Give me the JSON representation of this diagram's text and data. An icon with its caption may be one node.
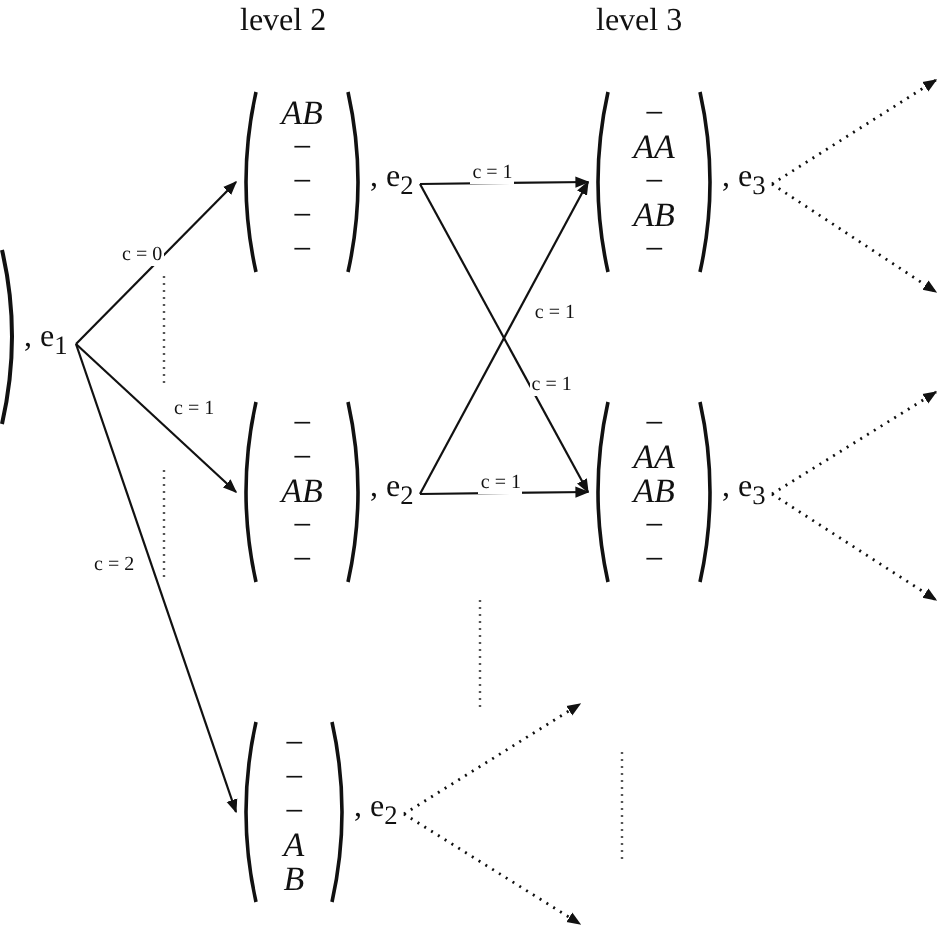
{
  "diagram": {
    "nodes": [
      {
        "text": [
          ", e$_{1}$"
        ]
      },
      {
        "text": [
          "AB",
          "−",
          "−",
          "−",
          "−"
        ],
        "beside": [
          ", e$_{2}$"
        ]
      },
      {
        "text": [
          "−",
          "−",
          "AB",
          "−",
          "−"
        ],
        "beside": [
          ", e$_{2}$"
        ]
      },
      {
        "text": [
          "−",
          "−",
          "−",
          "A",
          "B"
        ],
        "beside": [
          ", e$_{2}$"
        ]
      },
      {
        "text": [
          "−",
          "AA",
          "−",
          "AB",
          "−"
        ],
        "beside": [
          ", e$_{3}$"
        ]
      },
      {
        "text": [
          "−",
          "AA",
          "AB",
          "−",
          "−"
        ],
        "beside": [
          ", e$_{3}$"
        ]
      }
    ],
    "edges": [
      {
        "from": 0,
        "to": 1,
        "arrow": "to",
        "label": "c = 0"
      },
      {
        "from": 0,
        "to": 2,
        "arrow": "to",
        "label": "c = 1"
      },
      {
        "from": 0,
        "to": 3,
        "arrow": "to",
        "label": "c = 2"
      },
      {
        "from": 1,
        "to": 4,
        "arrow": "to",
        "label": "c = 1"
      },
      {
        "from": 1,
        "to": 5,
        "arrow": "to",
        "label": "c = 1"
      },
      {
        "from": 2,
        "to": 4,
        "arrow": "to",
        "label": "c = 1"
      },
      {
        "from": 2,
        "to": 5,
        "arrow": "to",
        "label": "c = 1"
      },
      {
        "from": 4,
        "to": null,
        "arrow": "to",
        "style": "dashed"
      },
      {
        "from": 4,
        "to": null,
        "arrow": "to",
        "style": "dashed"
      },
      {
        "from": 5,
        "to": null,
        "arrow": "to",
        "style": "dashed"
      },
      {
        "from": 5,
        "to": null,
        "arrow": "to",
        "style": "dashed"
      },
      {
        "from": 3,
        "to": null,
        "arrow": "to",
        "style": "dashed"
      },
      {
        "from": 3,
        "to": null,
        "arrow": "to",
        "style": "dashed"
      }
    ],
    "labels": [
      "level 2",
      "level 3"
    ]
  }
}
